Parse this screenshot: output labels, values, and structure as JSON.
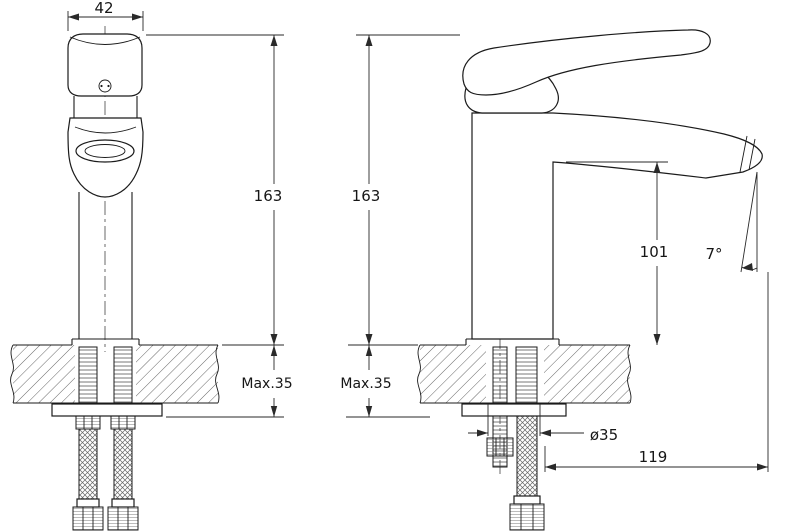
{
  "drawing": {
    "labels": {
      "width_top": "42",
      "height_front": "163",
      "height_side": "163",
      "spout_height": "101",
      "spout_angle": "7°",
      "max_counter_front": "Max.35",
      "max_counter_side": "Max.35",
      "hole_diameter": "ø35",
      "spout_reach": "119"
    },
    "colors": {
      "line": "#1b1b1b",
      "background": "#ffffff"
    }
  }
}
